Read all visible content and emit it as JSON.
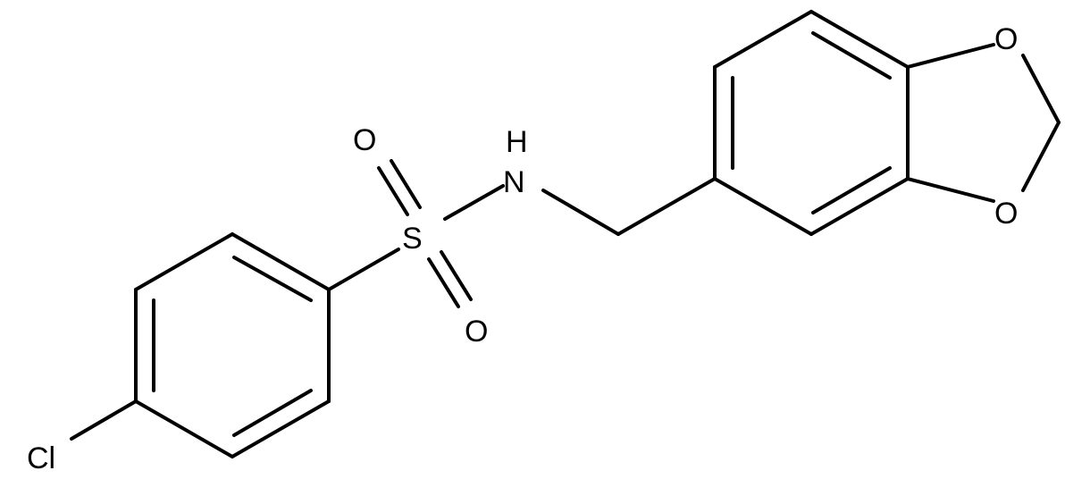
{
  "atoms": {
    "cl": "Cl",
    "s": "S",
    "o_top": "O",
    "o_bottom": "O",
    "nh_h": "H",
    "nh_n": "N",
    "o_ring_top": "O",
    "o_ring_bottom": "O"
  },
  "colors": {
    "bond": "#000000",
    "text": "#000000",
    "background": "#ffffff"
  }
}
